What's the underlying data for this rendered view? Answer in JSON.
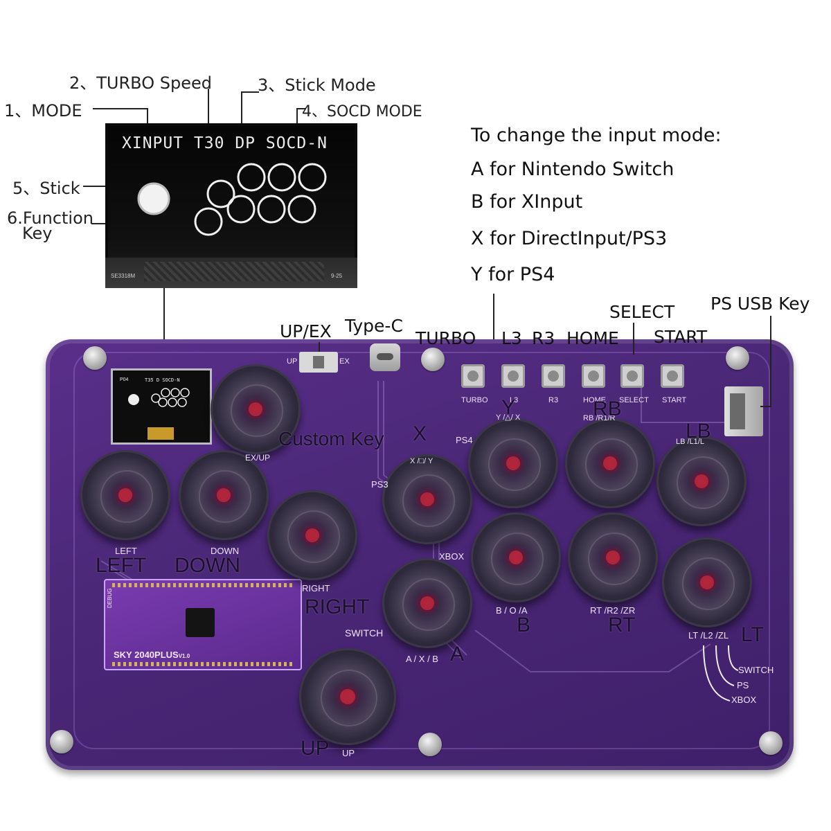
{
  "callouts": {
    "mode": "1、MODE",
    "turbo_speed": "2、TURBO Speed",
    "stick_mode": "3、Stick Mode",
    "socd_mode": "4、SOCD MODE",
    "stick": "5、Stick",
    "function_key_line1": "6.Function",
    "function_key_line2": "Key"
  },
  "oled_zoom": {
    "status_line": "XINPUT T30 DP SOCD-N",
    "strip_left": "SE3318M",
    "strip_right": "9-25"
  },
  "mini_oled": {
    "status_line": "T35 D SOCD-N",
    "corner": "P04"
  },
  "instructions": {
    "title": "To change the input mode:",
    "lines": [
      "A for Nintendo Switch",
      "B for XInput",
      "X for DirectInput/PS3",
      "Y for PS4"
    ]
  },
  "top_labels": {
    "up_ex": "UP/EX",
    "type_c": "Type-C",
    "turbo": "TURBO",
    "l3": "L3",
    "r3": "R3",
    "home": "HOME",
    "select": "SELECT",
    "start": "START",
    "ps_usb_key": "PS USB Key"
  },
  "tact_silk": [
    "TURBO",
    "L3",
    "R3",
    "HOME",
    "SELECT",
    "START"
  ],
  "switch_silk": {
    "left": "UP",
    "right": "EX"
  },
  "board_labels": {
    "custom_key": "Custom Key",
    "left": "LEFT",
    "down": "DOWN",
    "right": "RIGHT",
    "up": "UP",
    "a": "A",
    "b": "B",
    "x": "X",
    "y": "Y",
    "rb": "RB",
    "lb": "LB",
    "rt": "RT",
    "lt": "LT"
  },
  "board_silk": {
    "ex_up": "EX/UP",
    "left": "LEFT",
    "down": "DOWN",
    "right": "RIGHT",
    "up": "UP",
    "switch": "SWITCH",
    "a_x_b": "A / X / B",
    "b_o_a": "B / O /A",
    "rt_r2_zr": "RT /R2 /ZR",
    "lt_l2_zl": "LT /L2 /ZL",
    "x_sq_y": "X /□/ Y",
    "y_tri_x": "Y /△/ X",
    "rb_r1_r": "RB /R1/R",
    "lb_l1_l": "LB /L1/L",
    "ps4": "PS4",
    "ps3": "PS3",
    "xbox": "XBOX",
    "mode_switch": "SWITCH",
    "mode_ps": "PS",
    "mode_xbox": "XBOX",
    "mcu": "SKY 2040PLUS",
    "mcu_ver": "V1.0",
    "debug": "DEBUG"
  }
}
